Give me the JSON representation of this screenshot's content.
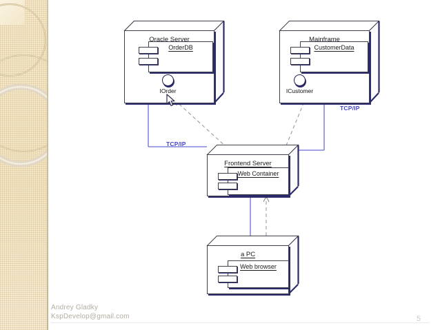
{
  "slide": {
    "page_number": "5",
    "footer": {
      "author": "Andrey Gladky",
      "email": "KspDevelop@gmail.com",
      "text": "Andrey Gladky\nKspDevelop@gmail.com"
    },
    "accent_color": "#f3e6c6",
    "link_color": "#4444cc",
    "shadow_color": "#2b2b6b"
  },
  "diagram": {
    "type": "uml-deployment-diagram",
    "nodes": [
      {
        "id": "oracle-server",
        "label": "Oracle Server",
        "component": "OrderDB",
        "interface": "IOrder"
      },
      {
        "id": "mainframe",
        "label": "Mainframe",
        "component": "CustomerData",
        "interface": "ICustomer"
      },
      {
        "id": "frontend-server",
        "label": "Frontend Server",
        "component": "Web Container",
        "interface": ""
      },
      {
        "id": "a-pc",
        "label": "a PC",
        "component": "Web browser",
        "interface": ""
      }
    ],
    "connections": [
      {
        "id": "conn-frontend-oracle",
        "from": "frontend-server",
        "to": "oracle-server",
        "label": "TCP/IP",
        "style": "solid"
      },
      {
        "id": "conn-frontend-mainframe",
        "from": "frontend-server",
        "to": "mainframe",
        "label": "TCP/IP",
        "style": "solid"
      },
      {
        "id": "conn-pc-frontend",
        "from": "a-pc",
        "to": "frontend-server",
        "label": "",
        "style": "solid"
      },
      {
        "id": "dep-frontend-iorder",
        "from": "frontend-server",
        "to": "IOrder",
        "label": "",
        "style": "dashed"
      },
      {
        "id": "dep-frontend-icustomer",
        "from": "frontend-server",
        "to": "ICustomer",
        "label": "",
        "style": "dashed"
      },
      {
        "id": "dep-pc-webcontainer",
        "from": "a-pc",
        "to": "frontend-server",
        "label": "",
        "style": "dashed"
      }
    ],
    "labels": {
      "tcpip_left": "TCP/IP",
      "tcpip_right": "TCP/IP"
    }
  }
}
